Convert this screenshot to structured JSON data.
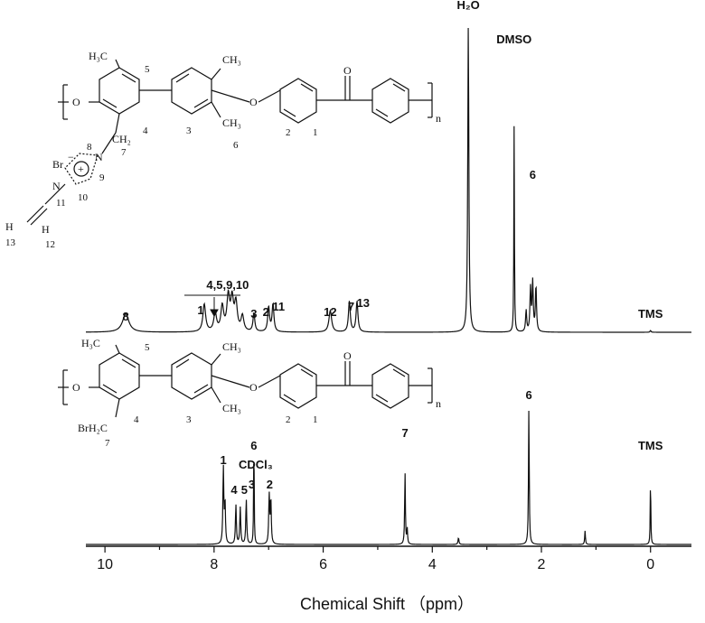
{
  "chart_data": {
    "type": "line",
    "title": "",
    "xlabel": "Chemical Shift （ppm）",
    "ylabel": "",
    "xlim": [
      10.35,
      -0.75
    ],
    "x_reversed": true,
    "ticks": [
      "10",
      "8",
      "6",
      "4",
      "2",
      "0"
    ],
    "tick_values": [
      10,
      8,
      6,
      4,
      2,
      0
    ],
    "grid": false,
    "series": [
      {
        "name": "",
        "baseline": 0,
        "peaks": [
          {
            "x": 9.62,
            "h": 0.06,
            "w": 0.07
          },
          {
            "x": 8.18,
            "h": 0.09,
            "w": 0.03
          },
          {
            "x": 7.98,
            "h": 0.06,
            "w": 0.03
          },
          {
            "x": 7.85,
            "h": 0.08,
            "w": 0.03
          },
          {
            "x": 7.74,
            "h": 0.11,
            "w": 0.03
          },
          {
            "x": 7.67,
            "h": 0.1,
            "w": 0.03
          },
          {
            "x": 7.6,
            "h": 0.09,
            "w": 0.03
          },
          {
            "x": 7.48,
            "h": 0.05,
            "w": 0.03
          },
          {
            "x": 7.27,
            "h": 0.06,
            "w": 0.02
          },
          {
            "x": 7.0,
            "h": 0.08,
            "w": 0.02
          },
          {
            "x": 6.92,
            "h": 0.09,
            "w": 0.02
          },
          {
            "x": 5.87,
            "h": 0.07,
            "w": 0.03
          },
          {
            "x": 5.52,
            "h": 0.1,
            "w": 0.02
          },
          {
            "x": 5.38,
            "h": 0.1,
            "w": 0.02
          },
          {
            "x": 3.34,
            "h": 1.0,
            "w": 0.012
          },
          {
            "x": 2.5,
            "h": 0.68,
            "w": 0.006
          },
          {
            "x": 2.28,
            "h": 0.07,
            "w": 0.012
          },
          {
            "x": 2.2,
            "h": 0.14,
            "w": 0.012
          },
          {
            "x": 2.16,
            "h": 0.16,
            "w": 0.012
          },
          {
            "x": 2.1,
            "h": 0.15,
            "w": 0.012
          },
          {
            "x": 0.0,
            "h": 0.006,
            "w": 0.01
          }
        ]
      },
      {
        "name": "",
        "baseline": 0,
        "peaks": [
          {
            "x": 7.83,
            "h": 0.56,
            "w": 0.01
          },
          {
            "x": 7.8,
            "h": 0.3,
            "w": 0.01
          },
          {
            "x": 7.6,
            "h": 0.29,
            "w": 0.01
          },
          {
            "x": 7.52,
            "h": 0.27,
            "w": 0.01
          },
          {
            "x": 7.41,
            "h": 0.33,
            "w": 0.01
          },
          {
            "x": 7.27,
            "h": 0.81,
            "w": 0.006
          },
          {
            "x": 6.99,
            "h": 0.36,
            "w": 0.01
          },
          {
            "x": 6.96,
            "h": 0.33,
            "w": 0.01
          },
          {
            "x": 4.5,
            "h": 0.53,
            "w": 0.008
          },
          {
            "x": 4.46,
            "h": 0.11,
            "w": 0.008
          },
          {
            "x": 3.52,
            "h": 0.05,
            "w": 0.01
          },
          {
            "x": 2.23,
            "h": 1.0,
            "w": 0.008
          },
          {
            "x": 1.2,
            "h": 0.1,
            "w": 0.008
          },
          {
            "x": 0.0,
            "h": 0.51,
            "w": 0.006
          }
        ]
      }
    ],
    "annotations_top": [
      {
        "text": "H₂O",
        "x": 3.34
      },
      {
        "text": "DMSO",
        "x": 2.5
      },
      {
        "text": "6",
        "x": 2.16
      },
      {
        "text": "TMS",
        "x": 0.0
      },
      {
        "text": "8",
        "x": 9.62
      },
      {
        "text": "1",
        "x": 8.18
      },
      {
        "text": "4,5,9,10",
        "x": 7.75
      },
      {
        "text": "3",
        "x": 7.27
      },
      {
        "text": "2",
        "x": 7.05
      },
      {
        "text": "11",
        "x": 6.85
      },
      {
        "text": "12",
        "x": 5.87
      },
      {
        "text": "7",
        "x": 5.52
      },
      {
        "text": "13",
        "x": 5.3
      }
    ],
    "annotations_bottom": [
      {
        "text": "1",
        "x": 7.83
      },
      {
        "text": "4",
        "x": 7.6
      },
      {
        "text": "5",
        "x": 7.51
      },
      {
        "text": "3",
        "x": 7.41
      },
      {
        "text": "6",
        "x": 7.27
      },
      {
        "text": "CDCl₃",
        "x": 7.27
      },
      {
        "text": "2",
        "x": 6.98
      },
      {
        "text": "7",
        "x": 4.5
      },
      {
        "text": "6",
        "x": 2.23
      },
      {
        "text": "TMS",
        "x": 0.0
      }
    ]
  },
  "structure_top": {
    "ch3_a": "H₃C",
    "ch3_b": "CH₃",
    "ch3_c": "CH₃",
    "ch2": "CH₂",
    "o_a": "O",
    "o_b": "O",
    "o_carbonyl": "O",
    "n_a": "N",
    "n_b": "N",
    "br": "Br",
    "minus": "−",
    "plus": "+",
    "h_a": "H",
    "h_b": "H",
    "n_sub": "n",
    "labels": [
      "5",
      "3",
      "4",
      "7",
      "8",
      "9",
      "10",
      "11",
      "13",
      "12",
      "2",
      "1",
      "6"
    ]
  },
  "structure_bottom": {
    "ch3_a": "H₃C",
    "ch3_b": "CH₃",
    "ch3_c": "CH₃",
    "brh2c": "BrH₂C",
    "o_a": "O",
    "o_b": "O",
    "o_carbonyl": "O",
    "n_sub": "n",
    "labels": [
      "5",
      "4",
      "3",
      "7",
      "2",
      "1"
    ]
  }
}
